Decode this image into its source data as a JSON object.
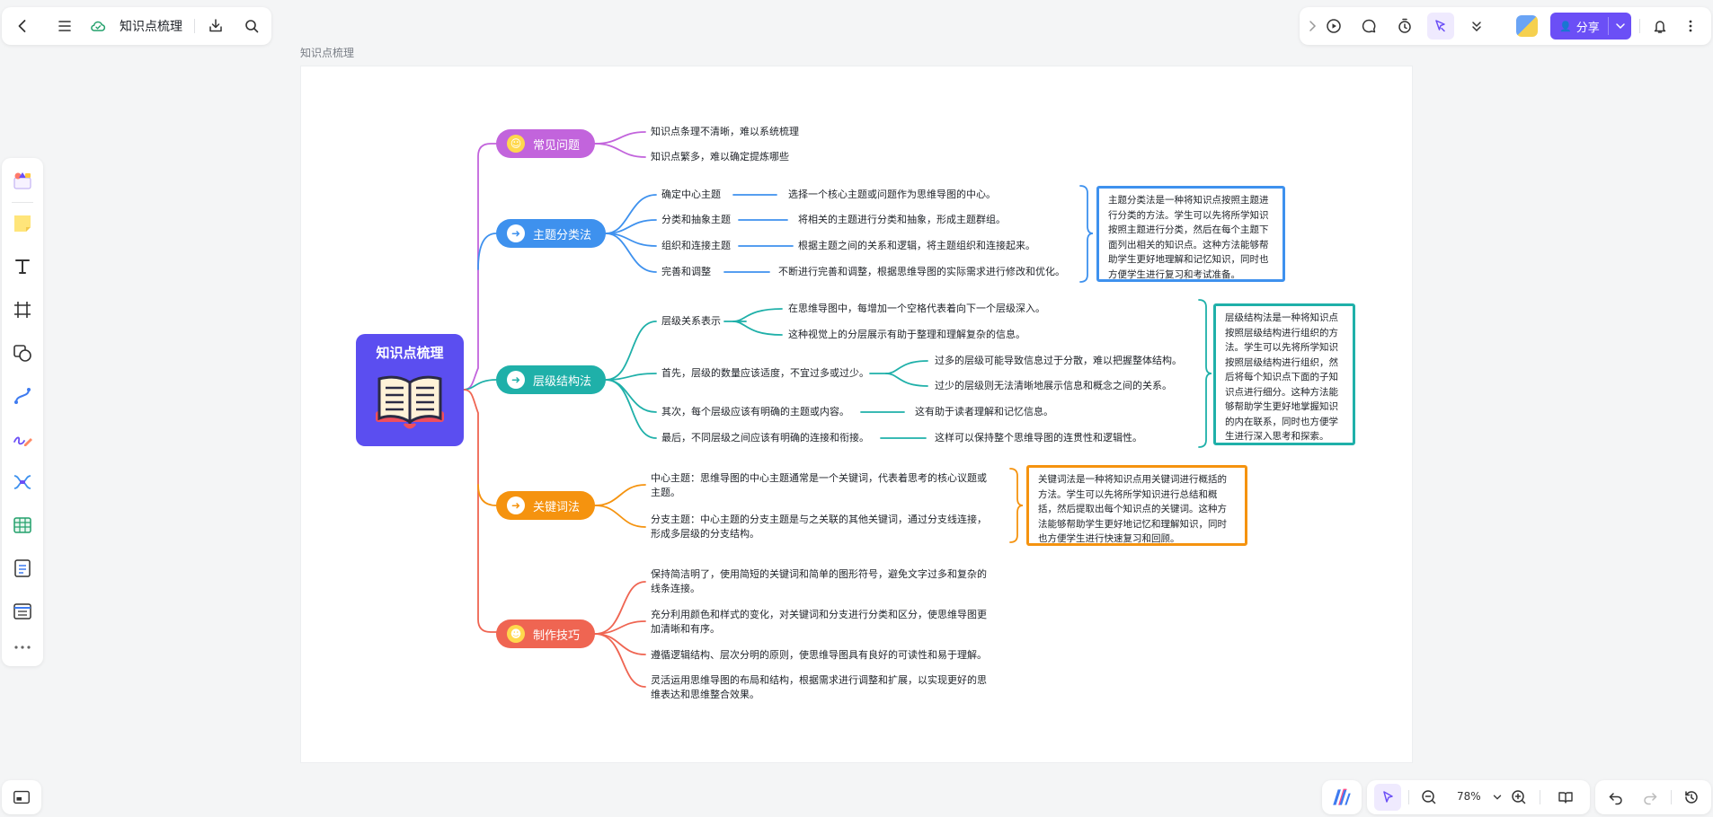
{
  "topbar": {
    "title": "知识点梳理",
    "share_label": "分享"
  },
  "canvas": {
    "label": "知识点梳理"
  },
  "zoom": {
    "value": "78%"
  },
  "colors": {
    "accent": "#6b4ff6",
    "purple": "#c264dc",
    "blue": "#3e91ee",
    "teal": "#1fb0a9",
    "orange": "#f5930f",
    "red": "#ef6552"
  },
  "mindmap": {
    "root": {
      "label": "知识点梳理"
    },
    "branches": [
      {
        "label": "常见问题",
        "icon": "emoji-icon",
        "items": [
          "知识点条理不清晰，难以系统梳理",
          "知识点繁多，难以确定提炼哪些"
        ]
      },
      {
        "label": "主题分类法",
        "icon": "arrow-circle-icon",
        "items": [
          {
            "label": "确定中心主题",
            "detail": "选择一个核心主题或问题作为思维导图的中心。"
          },
          {
            "label": "分类和抽象主题",
            "detail": "将相关的主题进行分类和抽象，形成主题群组。"
          },
          {
            "label": "组织和连接主题",
            "detail": "根据主题之间的关系和逻辑，将主题组织和连接起来。"
          },
          {
            "label": "完善和调整",
            "detail": "不断进行完善和调整，根据思维导图的实际需求进行修改和优化。"
          }
        ],
        "note": "主题分类法是一种将知识点按照主题进行分类的方法。学生可以先将所学知识按照主题进行分类，然后在每个主题下面列出相关的知识点。这种方法能够帮助学生更好地理解和记忆知识，同时也方便学生进行复习和考试准备。"
      },
      {
        "label": "层级结构法",
        "icon": "arrow-circle-icon",
        "items": [
          {
            "label": "层级关系表示",
            "details": [
              "在思维导图中，每增加一个空格代表着向下一个层级深入。",
              "这种视觉上的分层展示有助于整理和理解复杂的信息。"
            ]
          },
          {
            "label": "首先，层级的数量应该适度，不宜过多或过少。",
            "details": [
              "过多的层级可能导致信息过于分散，难以把握整体结构。",
              "过少的层级则无法清晰地展示信息和概念之间的关系。"
            ]
          },
          {
            "label": "其次，每个层级应该有明确的主题或内容。",
            "details": [
              "这有助于读者理解和记忆信息。"
            ]
          },
          {
            "label": "最后，不同层级之间应该有明确的连接和衔接。",
            "details": [
              "这样可以保持整个思维导图的连贯性和逻辑性。"
            ]
          }
        ],
        "note": "层级结构法是一种将知识点按照层级结构进行组织的方法。学生可以先将所学知识按照层级结构进行组织，然后将每个知识点下面的子知识点进行细分。这种方法能够帮助学生更好地掌握知识的内在联系，同时也方便学生进行深入思考和探索。"
      },
      {
        "label": "关键词法",
        "icon": "arrow-circle-icon",
        "items": [
          "中心主题：思维导图的中心主题通常是一个关键词，代表着思考的核心议题或主题。",
          "分支主题：中心主题的分支主题是与之关联的其他关键词，通过分支线连接，形成多层级的分支结构。"
        ],
        "note": "关键词法是一种将知识点用关键词进行概括的方法。学生可以先将所学知识进行总结和概括，然后提取出每个知识点的关键词。这种方法能够帮助学生更好地记忆和理解知识，同时也方便学生进行快速复习和回顾。"
      },
      {
        "label": "制作技巧",
        "icon": "emoji-icon",
        "items": [
          "保持简洁明了，使用简短的关键词和简单的图形符号，避免文字过多和复杂的线条连接。",
          "充分利用颜色和样式的变化，对关键词和分支进行分类和区分，使思维导图更加清晰和有序。",
          "遵循逻辑结构、层次分明的原则，使思维导图具有良好的可读性和易于理解。",
          "灵活运用思维导图的布局和结构，根据需求进行调整和扩展，以实现更好的思维表达和思维整合效果。"
        ]
      }
    ]
  }
}
